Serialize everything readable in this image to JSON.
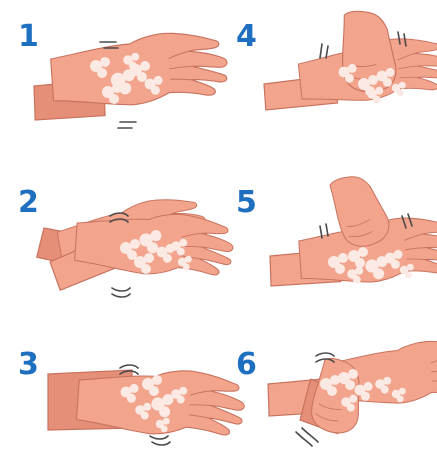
{
  "colors": {
    "number": "#1f6fc0",
    "skin": "#f2a48c",
    "skin_shade": "#e58f78",
    "skin_light": "#f7c0ac",
    "outline": "#c9735f",
    "foam": "#fbe9e4",
    "motion": "#4a4a4a"
  },
  "steps": [
    {
      "number": "1",
      "action": "back-of-hand-rub",
      "motion": "horizontal-rub"
    },
    {
      "number": "2",
      "action": "crossed-hands-rub",
      "motion": "curved-rub"
    },
    {
      "number": "3",
      "action": "forearm-and-back-of-hand-rub",
      "motion": "curved-rub"
    },
    {
      "number": "4",
      "action": "fist-on-back-of-hand",
      "motion": "vertical-rub"
    },
    {
      "number": "5",
      "action": "fingertips-on-back-of-hand",
      "motion": "tap"
    },
    {
      "number": "6",
      "action": "grip-on-wrist",
      "motion": "twist"
    }
  ]
}
